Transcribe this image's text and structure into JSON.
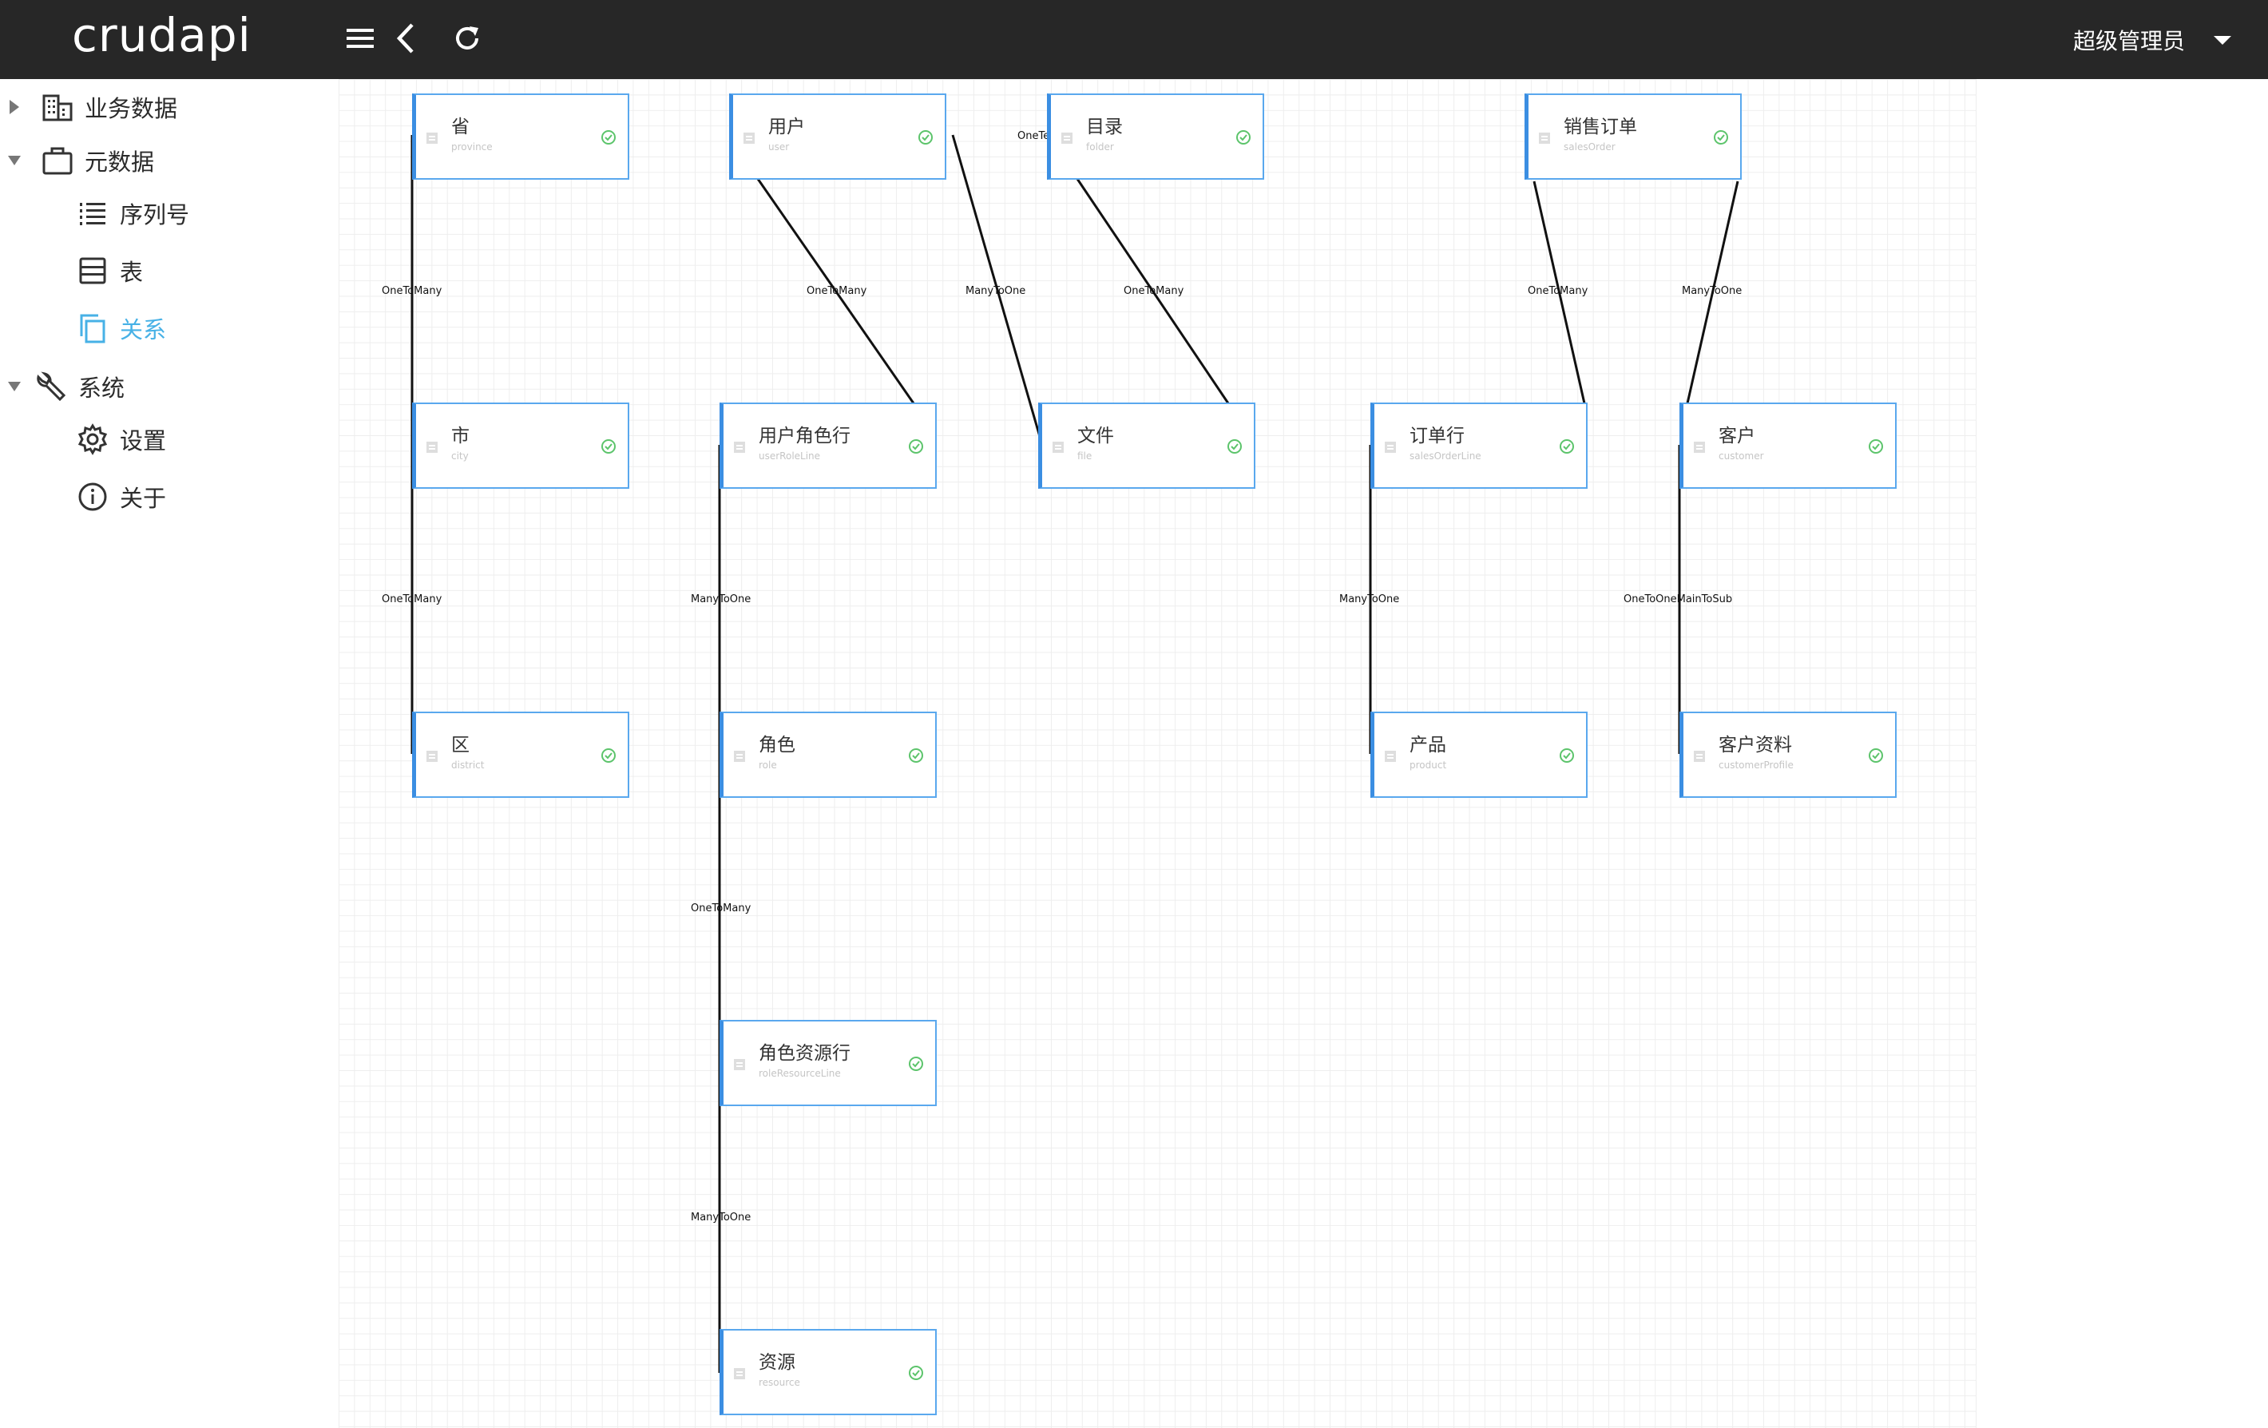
{
  "app": {
    "logo": "crudapi"
  },
  "header": {
    "menu_icon": "hamburger-icon",
    "back_icon": "chevron-left-icon",
    "refresh_icon": "refresh-icon",
    "user": "超级管理员",
    "user_caret": "caret-down-icon"
  },
  "sidebar": {
    "business": "业务数据",
    "metadata": "元数据",
    "sequence": "序列号",
    "table": "表",
    "relation": "关系",
    "system": "系统",
    "settings": "设置",
    "about": "关于"
  },
  "colors": {
    "topbar": "#272727",
    "accent": "#47b1e6",
    "node_border": "#5aa8ee",
    "ok_green": "#5cc46b"
  },
  "diagram": {
    "tables": [
      {
        "id": "province",
        "title": "省",
        "code": "province"
      },
      {
        "id": "user",
        "title": "用户",
        "code": "user"
      },
      {
        "id": "folder",
        "title": "目录",
        "code": "folder"
      },
      {
        "id": "salesOrder",
        "title": "销售订单",
        "code": "salesOrder"
      },
      {
        "id": "city",
        "title": "市",
        "code": "city"
      },
      {
        "id": "userRoleLine",
        "title": "用户角色行",
        "code": "userRoleLine"
      },
      {
        "id": "file",
        "title": "文件",
        "code": "file"
      },
      {
        "id": "salesOrderLine",
        "title": "订单行",
        "code": "salesOrderLine"
      },
      {
        "id": "customer",
        "title": "客户",
        "code": "customer"
      },
      {
        "id": "district",
        "title": "区",
        "code": "district"
      },
      {
        "id": "role",
        "title": "角色",
        "code": "role"
      },
      {
        "id": "product",
        "title": "产品",
        "code": "product"
      },
      {
        "id": "customerProfile",
        "title": "客户资料",
        "code": "customerProfile"
      },
      {
        "id": "roleResourceLine",
        "title": "角色资源行",
        "code": "roleResourceLine"
      },
      {
        "id": "resource",
        "title": "资源",
        "code": "resource"
      }
    ],
    "relations": {
      "province_city": "OneToMany",
      "city_district": "OneToMany",
      "user_userRoleLine": "OneToMany",
      "user_file": "ManyToOne",
      "folder_file": "OneToMany",
      "folder_stub": "OneTe",
      "userRoleLine_role": "ManyToOne",
      "role_roleResourceLine": "OneToMany",
      "roleResourceLine_resource": "ManyToOne",
      "salesOrder_salesOrderLine": "OneToMany",
      "salesOrder_customer": "ManyToOne",
      "salesOrderLine_product": "ManyToOne",
      "customer_customerProfile": "OneToOneMainToSub"
    }
  }
}
